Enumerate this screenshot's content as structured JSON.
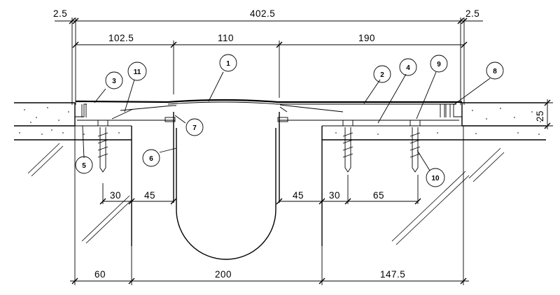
{
  "dimensions": {
    "top_left_offset": "2.5",
    "top_total": "402.5",
    "top_right_offset": "2.5",
    "cover_left": "102.5",
    "cover_middle": "110",
    "cover_right": "190",
    "thickness": "25",
    "mid_left_30": "30",
    "mid_left_45": "45",
    "mid_right_45": "45",
    "mid_right_30": "30",
    "mid_right_65": "65",
    "bottom_left": "60",
    "bottom_middle": "200",
    "bottom_right": "147.5"
  },
  "callouts": [
    "1",
    "2",
    "3",
    "4",
    "5",
    "6",
    "7",
    "8",
    "9",
    "10",
    "11"
  ]
}
